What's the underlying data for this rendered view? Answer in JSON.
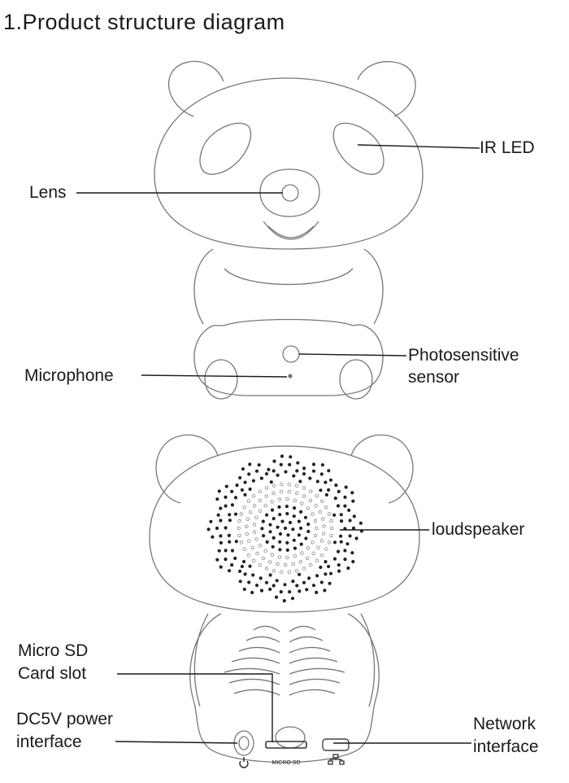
{
  "title": "1.Product structure diagram",
  "labels": {
    "ir_led": "IR LED",
    "lens": "Lens",
    "photosensitive_line1": "Photosensitive",
    "photosensitive_line2": "sensor",
    "microphone": "Microphone",
    "loudspeaker": "loudspeaker",
    "micro_sd_line1": "Micro SD",
    "micro_sd_line2": "Card slot",
    "dc5v_line1": "DC5V power",
    "dc5v_line2": "interface",
    "network_line1": "Network",
    "network_line2": "interface",
    "micro_sd_imprint": "MICRO SD"
  },
  "icons": [
    "power-icon",
    "network-icon"
  ]
}
